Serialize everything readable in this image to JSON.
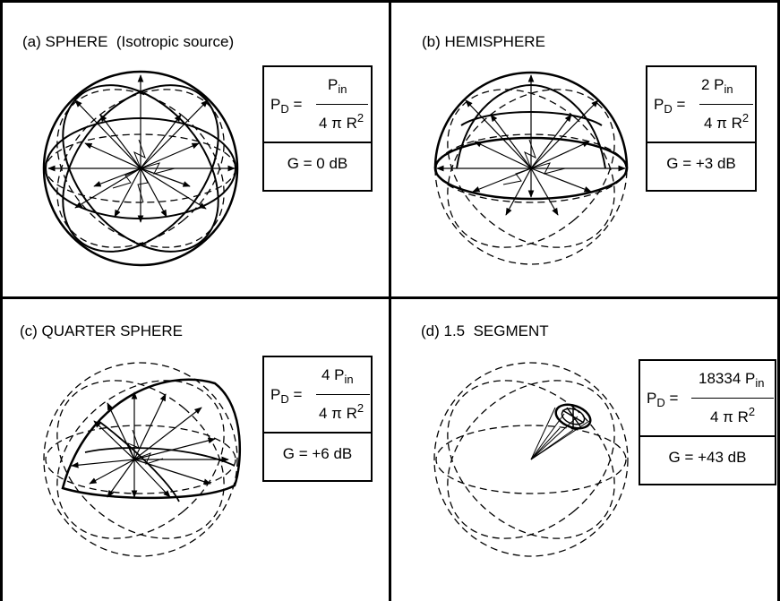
{
  "panels": {
    "a": {
      "title": "(a) SPHERE  (Isotropic source)",
      "formula": {
        "lhs": "P",
        "lhs_sub": "D",
        "eq": "=",
        "num": "P",
        "num_sub": "in",
        "den": "4 π R",
        "den_sup": "2"
      },
      "gain": "G = 0 dB"
    },
    "b": {
      "title": "(b) HEMISPHERE",
      "formula": {
        "lhs": "P",
        "lhs_sub": "D",
        "eq": "=",
        "num": "2 P",
        "num_sub": "in",
        "den": "4 π R",
        "den_sup": "2"
      },
      "gain": "G = +3 dB"
    },
    "c": {
      "title": "(c) QUARTER SPHERE",
      "formula": {
        "lhs": "P",
        "lhs_sub": "D",
        "eq": "=",
        "num": "4 P",
        "num_sub": "in",
        "den": "4 π R",
        "den_sup": "2"
      },
      "gain": "G = +6 dB"
    },
    "d": {
      "title": "(d) 1.5  SEGMENT",
      "formula": {
        "lhs": "P",
        "lhs_sub": "D",
        "eq": "=",
        "num": "18334 P",
        "num_sub": "in",
        "den": "4 π R",
        "den_sup": "2"
      },
      "gain": "G = +43 dB"
    }
  }
}
